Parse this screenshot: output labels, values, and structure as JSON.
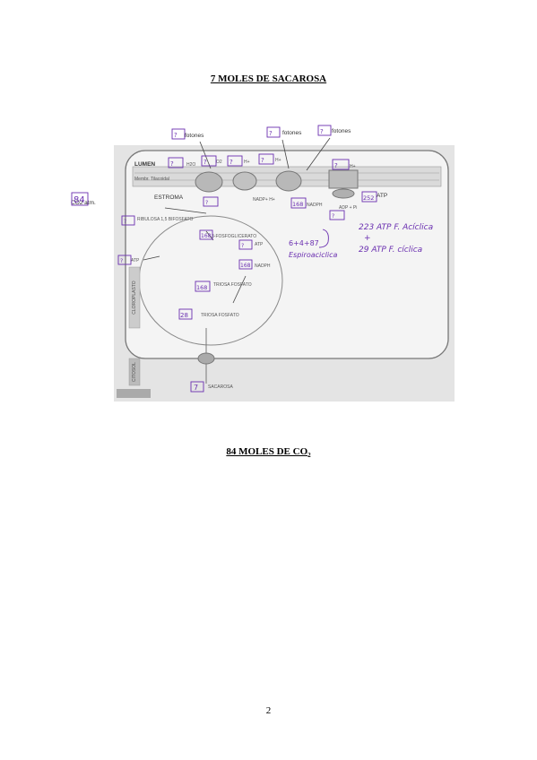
{
  "page": {
    "title_top": "7 MOLES DE SACAROSA",
    "title_bottom_main": "84 MOLES DE CO",
    "title_bottom_sub": "2",
    "page_number": "2"
  },
  "diagram": {
    "labels": {
      "fotones_1": "fotones",
      "fotones_2": "fotones",
      "fotones_3": "fotones",
      "lumen": "LUMEN",
      "membrana": "Membr. Tilacoidal",
      "estroma": "ESTROMA",
      "h2o": "H2O",
      "o2": "O2",
      "h_plus_1": "H+",
      "h_plus_2": "H+",
      "h_plus_3": "H+",
      "nadp": "NADP+ H+",
      "nadph_1": "NADPH",
      "nadph_2": "NADPH",
      "atp_1": "ATP",
      "atp_2": "ATP",
      "atp_3": "ATP",
      "adp": "ADP + Pi",
      "co2": "CO2 atm.",
      "ribulosa": "RIBULOSA 1,5 BIFOSFATO",
      "fosfoglicerato": "3-FOSFOGLICERATO",
      "triosa_1": "TRIOSA FOSFATO",
      "triosa_2": "TRIOSA FOSFATO",
      "sacarosa": "SACAROSA",
      "cloroplasto": "CLOROPLASTO",
      "citosol": "CITOSOL"
    },
    "handwritten": {
      "n_fotones_1": "?",
      "n_fotones_2": "?",
      "n_fotones_3": "?",
      "n_h2o": "?",
      "n_o2": "?",
      "n_hplus_a": "?",
      "n_hplus_b": "?",
      "n_hplus_c": "?",
      "n_hplus_d": "?",
      "n_nadph": "168",
      "n_atp_syn": "?",
      "n_atp_out": "252",
      "n_co2": "84",
      "n_ribulosa": "?",
      "n_fosfoglicerato": "168",
      "n_atp_ribu": "?",
      "n_atp_calvin": "?",
      "n_nadph_calvin": "168",
      "n_triosa_1": "168",
      "n_triosa_2": "28",
      "n_sacarosa": "7",
      "n_adp": "?",
      "note_sum": "6+4+87",
      "note_espiroaciclica": "Espiroaciclica",
      "note_line1": "223 ATP F. Acíclica",
      "note_plus": "+",
      "note_line2": "29 ATP F. cíclica"
    }
  }
}
